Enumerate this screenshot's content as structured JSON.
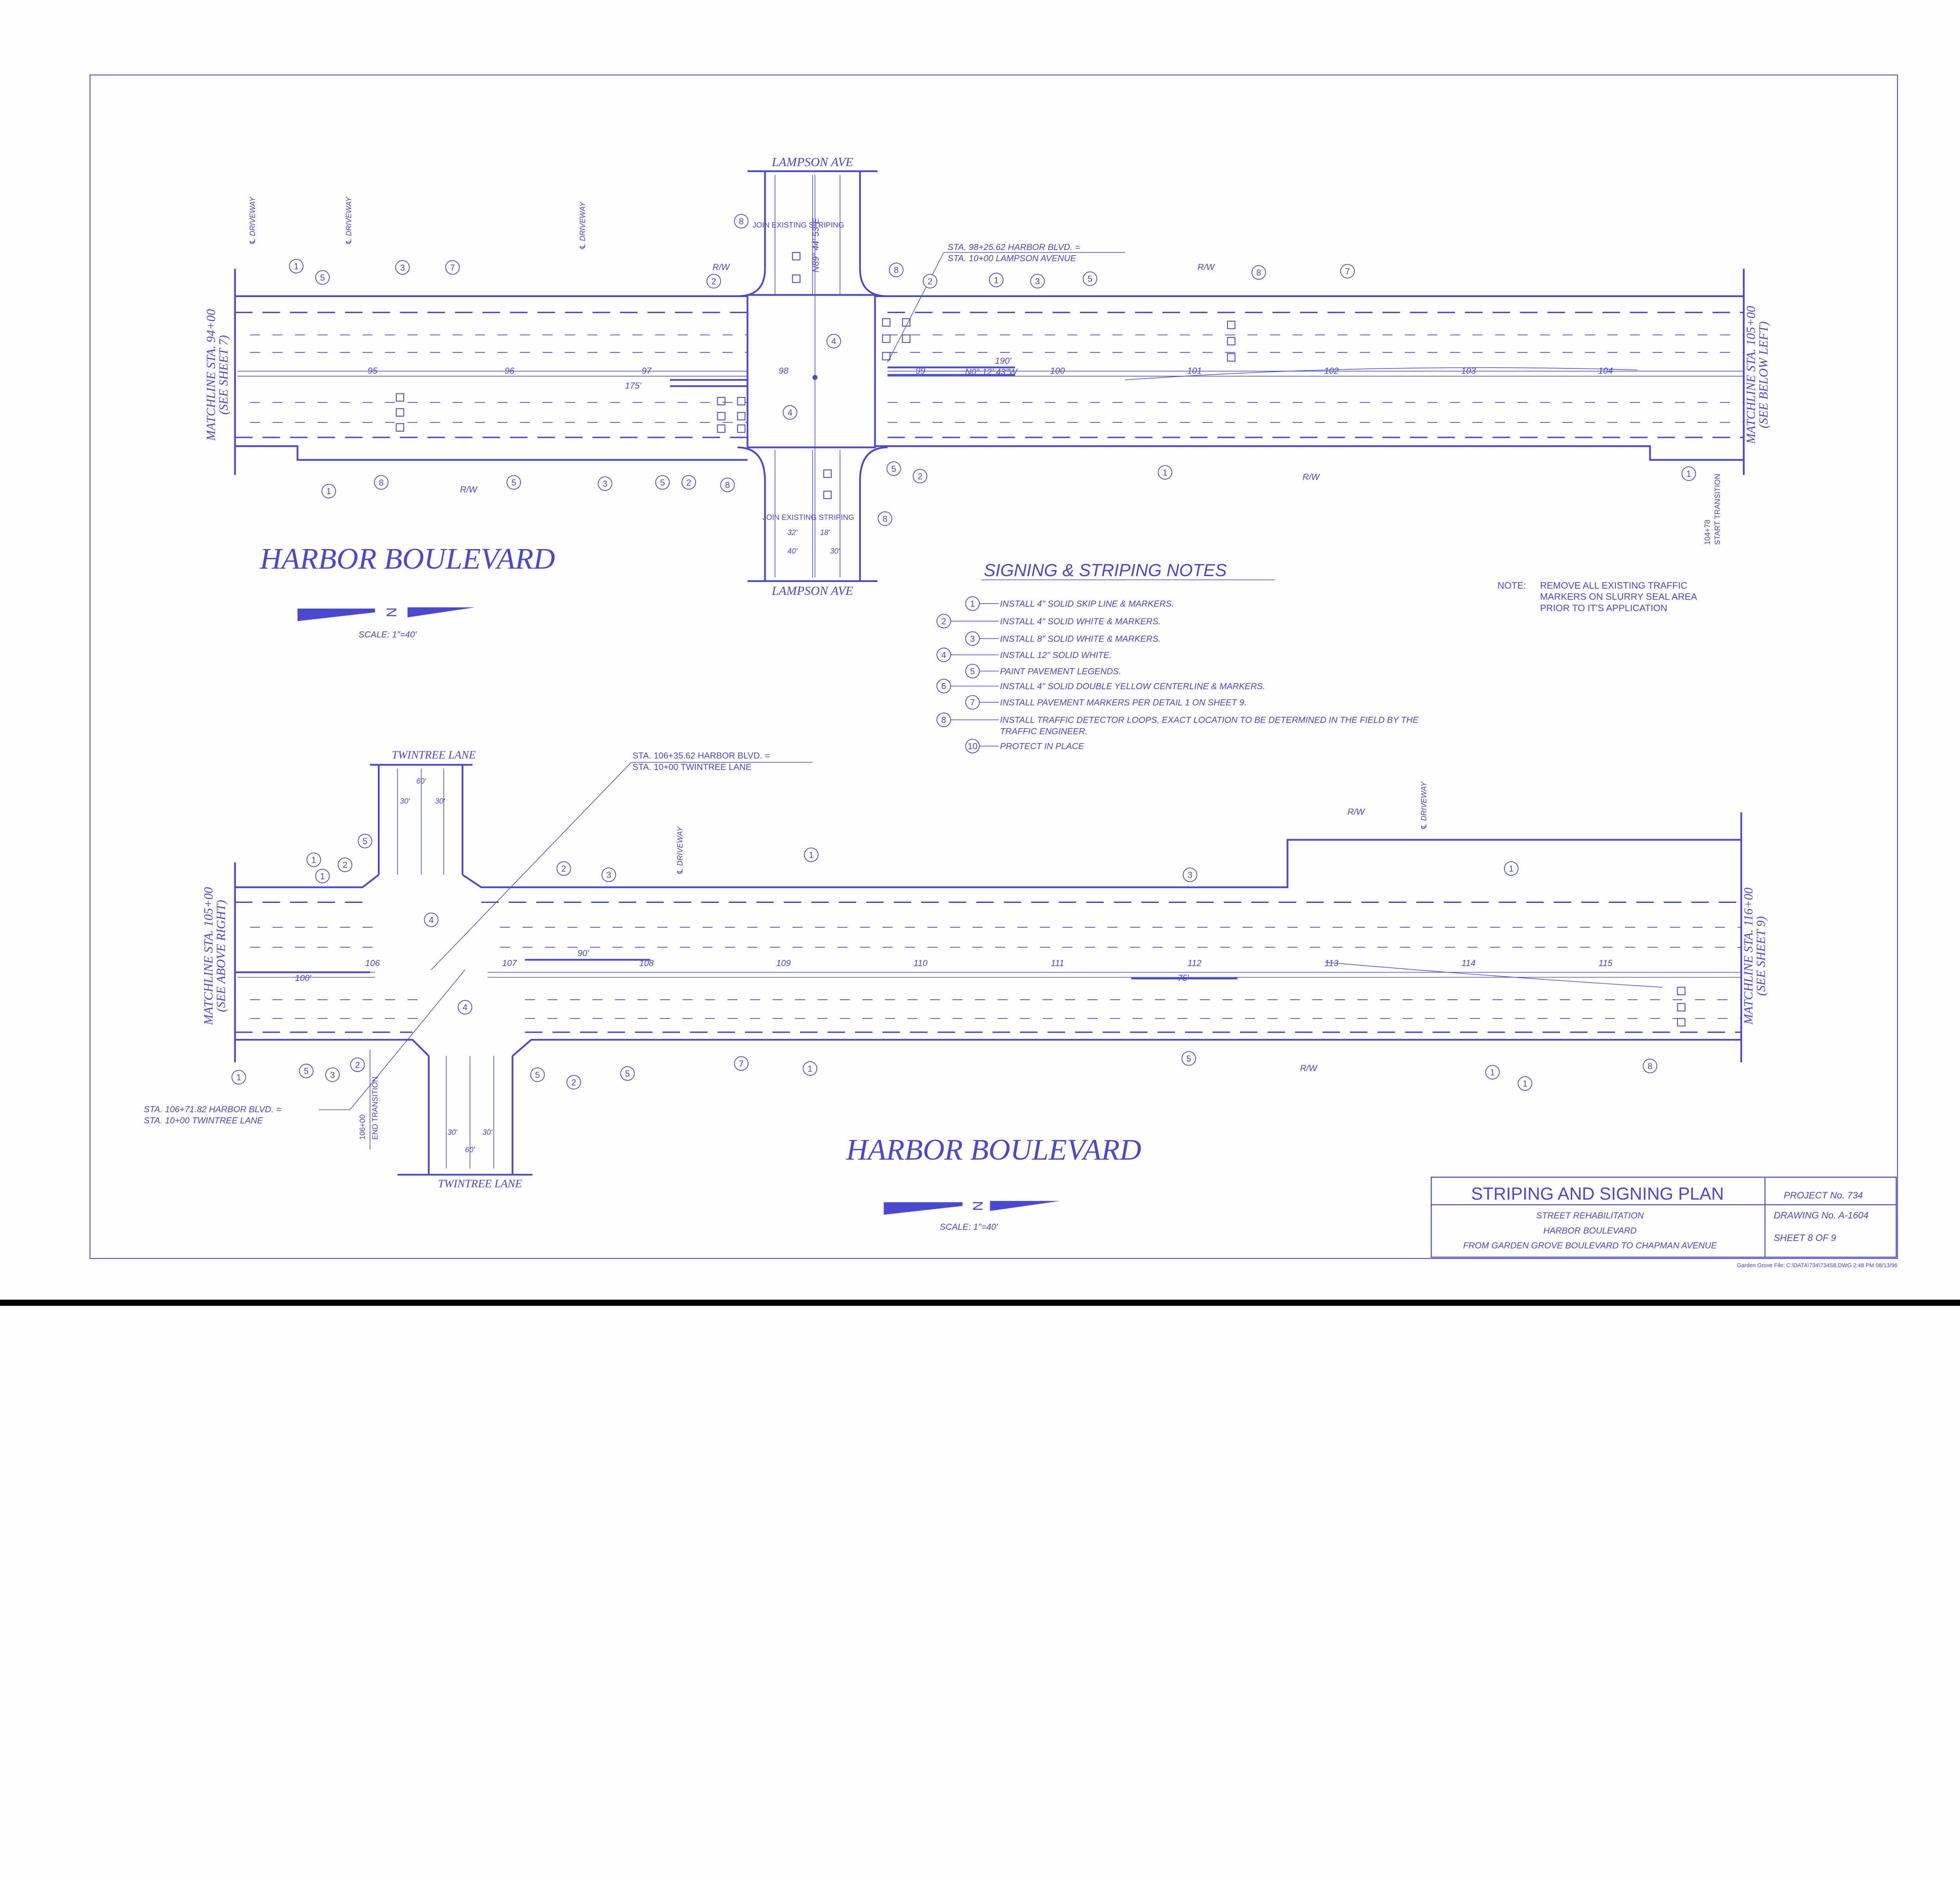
{
  "colors": {
    "ink": "#4a48d0",
    "paper": "#fdfdff"
  },
  "top_plan": {
    "street_title": "HARBOR BOULEVARD",
    "cross_street_top": "LAMPSON AVE",
    "cross_street_bottom": "LAMPSON AVE",
    "matchline_left": [
      "MATCHLINE STA. 94+00",
      "(SEE SHEET 7)"
    ],
    "matchline_right": [
      "MATCHLINE STA. 105+00",
      "(SEE BELOW LEFT)"
    ],
    "join_existing_top": "JOIN EXISTING STRIPING",
    "join_existing_bottom": "JOIN EXISTING STRIPING",
    "station_equation": [
      "STA. 98+25.62 HARBOR BLVD. =",
      "STA. 10+00 LAMPSON AVENUE"
    ],
    "bearing_lampson": "N89° 44' 53\"E",
    "bearing_harbor": "N0° 12' 43\"W",
    "dim_190": "190'",
    "dim_175": "175'",
    "dims_lampson": [
      "32'",
      "18'",
      "40'",
      "30'"
    ],
    "row_label": "R/W",
    "driveway_label": "℄ DRIVEWAY",
    "start_transition": [
      "104+78",
      "START TRANSITION"
    ],
    "stations": [
      "95",
      "96",
      "97",
      "98",
      "99",
      "100",
      "101",
      "102",
      "103",
      "104"
    ],
    "callouts": [
      "1",
      "5",
      "3",
      "7",
      "2",
      "8",
      "8",
      "2",
      "1",
      "3",
      "5",
      "8",
      "7",
      "4",
      "4",
      "1",
      "8",
      "5",
      "3",
      "5",
      "2",
      "8",
      "5",
      "2",
      "8",
      "1",
      "1"
    ],
    "scale": "SCALE: 1\"=40'",
    "north": "N"
  },
  "bottom_plan": {
    "street_title": "HARBOR BOULEVARD",
    "cross_street_top": "TWINTREE LANE",
    "cross_street_bottom": "TWINTREE LANE",
    "matchline_left": [
      "MATCHLINE STA. 105+00",
      "(SEE ABOVE RIGHT)"
    ],
    "matchline_right": [
      "MATCHLINE STA. 116+00",
      "(SEE SHEET 9)"
    ],
    "station_equation_1": [
      "STA. 106+35.62 HARBOR BLVD. =",
      "STA. 10+00 TWINTREE LANE"
    ],
    "station_equation_2": [
      "STA. 106+71.82 HARBOR BLVD. =",
      "STA. 10+00 TWINTREE LANE"
    ],
    "end_transition": [
      "106+00",
      "END TRANSITION"
    ],
    "dim_100": "100'",
    "dim_90": "90'",
    "dim_75": "75'",
    "dims_twintree_top": [
      "60'",
      "30'",
      "30'"
    ],
    "dims_twintree_bottom": [
      "30'",
      "30'",
      "60'"
    ],
    "row_label": "R/W",
    "driveway_label": "℄ DRIVEWAY",
    "stations": [
      "106",
      "107",
      "108",
      "109",
      "110",
      "111",
      "112",
      "113",
      "114",
      "115"
    ],
    "callouts": [
      "1",
      "2",
      "1",
      "5",
      "4",
      "2",
      "3",
      "1",
      "3",
      "1",
      "1",
      "5",
      "3",
      "2",
      "4",
      "5",
      "2",
      "5",
      "7",
      "1",
      "5",
      "1",
      "1",
      "8"
    ],
    "scale": "SCALE: 1\"=40'",
    "north": "N"
  },
  "notes": {
    "title": "SIGNING & STRIPING NOTES",
    "items": [
      {
        "num": "1",
        "text": "INSTALL 4\" SOLID SKIP LINE & MARKERS."
      },
      {
        "num": "2",
        "text": "INSTALL 4\" SOLID WHITE & MARKERS."
      },
      {
        "num": "3",
        "text": "INSTALL 8\" SOLID WHITE & MARKERS."
      },
      {
        "num": "4",
        "text": "INSTALL 12\" SOLID WHITE."
      },
      {
        "num": "5",
        "text": "PAINT PAVEMENT LEGENDS."
      },
      {
        "num": "6",
        "text": "INSTALL 4\" SOLID DOUBLE YELLOW CENTERLINE & MARKERS."
      },
      {
        "num": "7",
        "text": "INSTALL PAVEMENT MARKERS PER DETAIL 1 ON SHEET 9."
      },
      {
        "num": "8",
        "text": "INSTALL TRAFFIC DETECTOR LOOPS, EXACT LOCATION TO BE DETERMINED IN THE FIELD BY THE",
        "text2": "TRAFFIC ENGINEER."
      },
      {
        "num": "10",
        "text": "PROTECT IN PLACE"
      }
    ],
    "general_note": [
      "NOTE:",
      "REMOVE ALL EXISTING TRAFFIC",
      "MARKERS ON SLURRY SEAL AREA",
      "PRIOR TO IT'S APPLICATION"
    ]
  },
  "title_block": {
    "title": "STRIPING AND SIGNING PLAN",
    "lines": [
      "STREET REHABILITATION",
      "HARBOR BOULEVARD",
      "FROM GARDEN GROVE BOULEVARD TO CHAPMAN AVENUE"
    ],
    "project": "PROJECT No. 734",
    "drawing": "DRAWING No. A-1604",
    "sheet": "SHEET 8 OF 9"
  },
  "footer": "Garden Grove File: C:\\DATA\\734\\734S8.DWG    2:48 PM   08/13/96"
}
